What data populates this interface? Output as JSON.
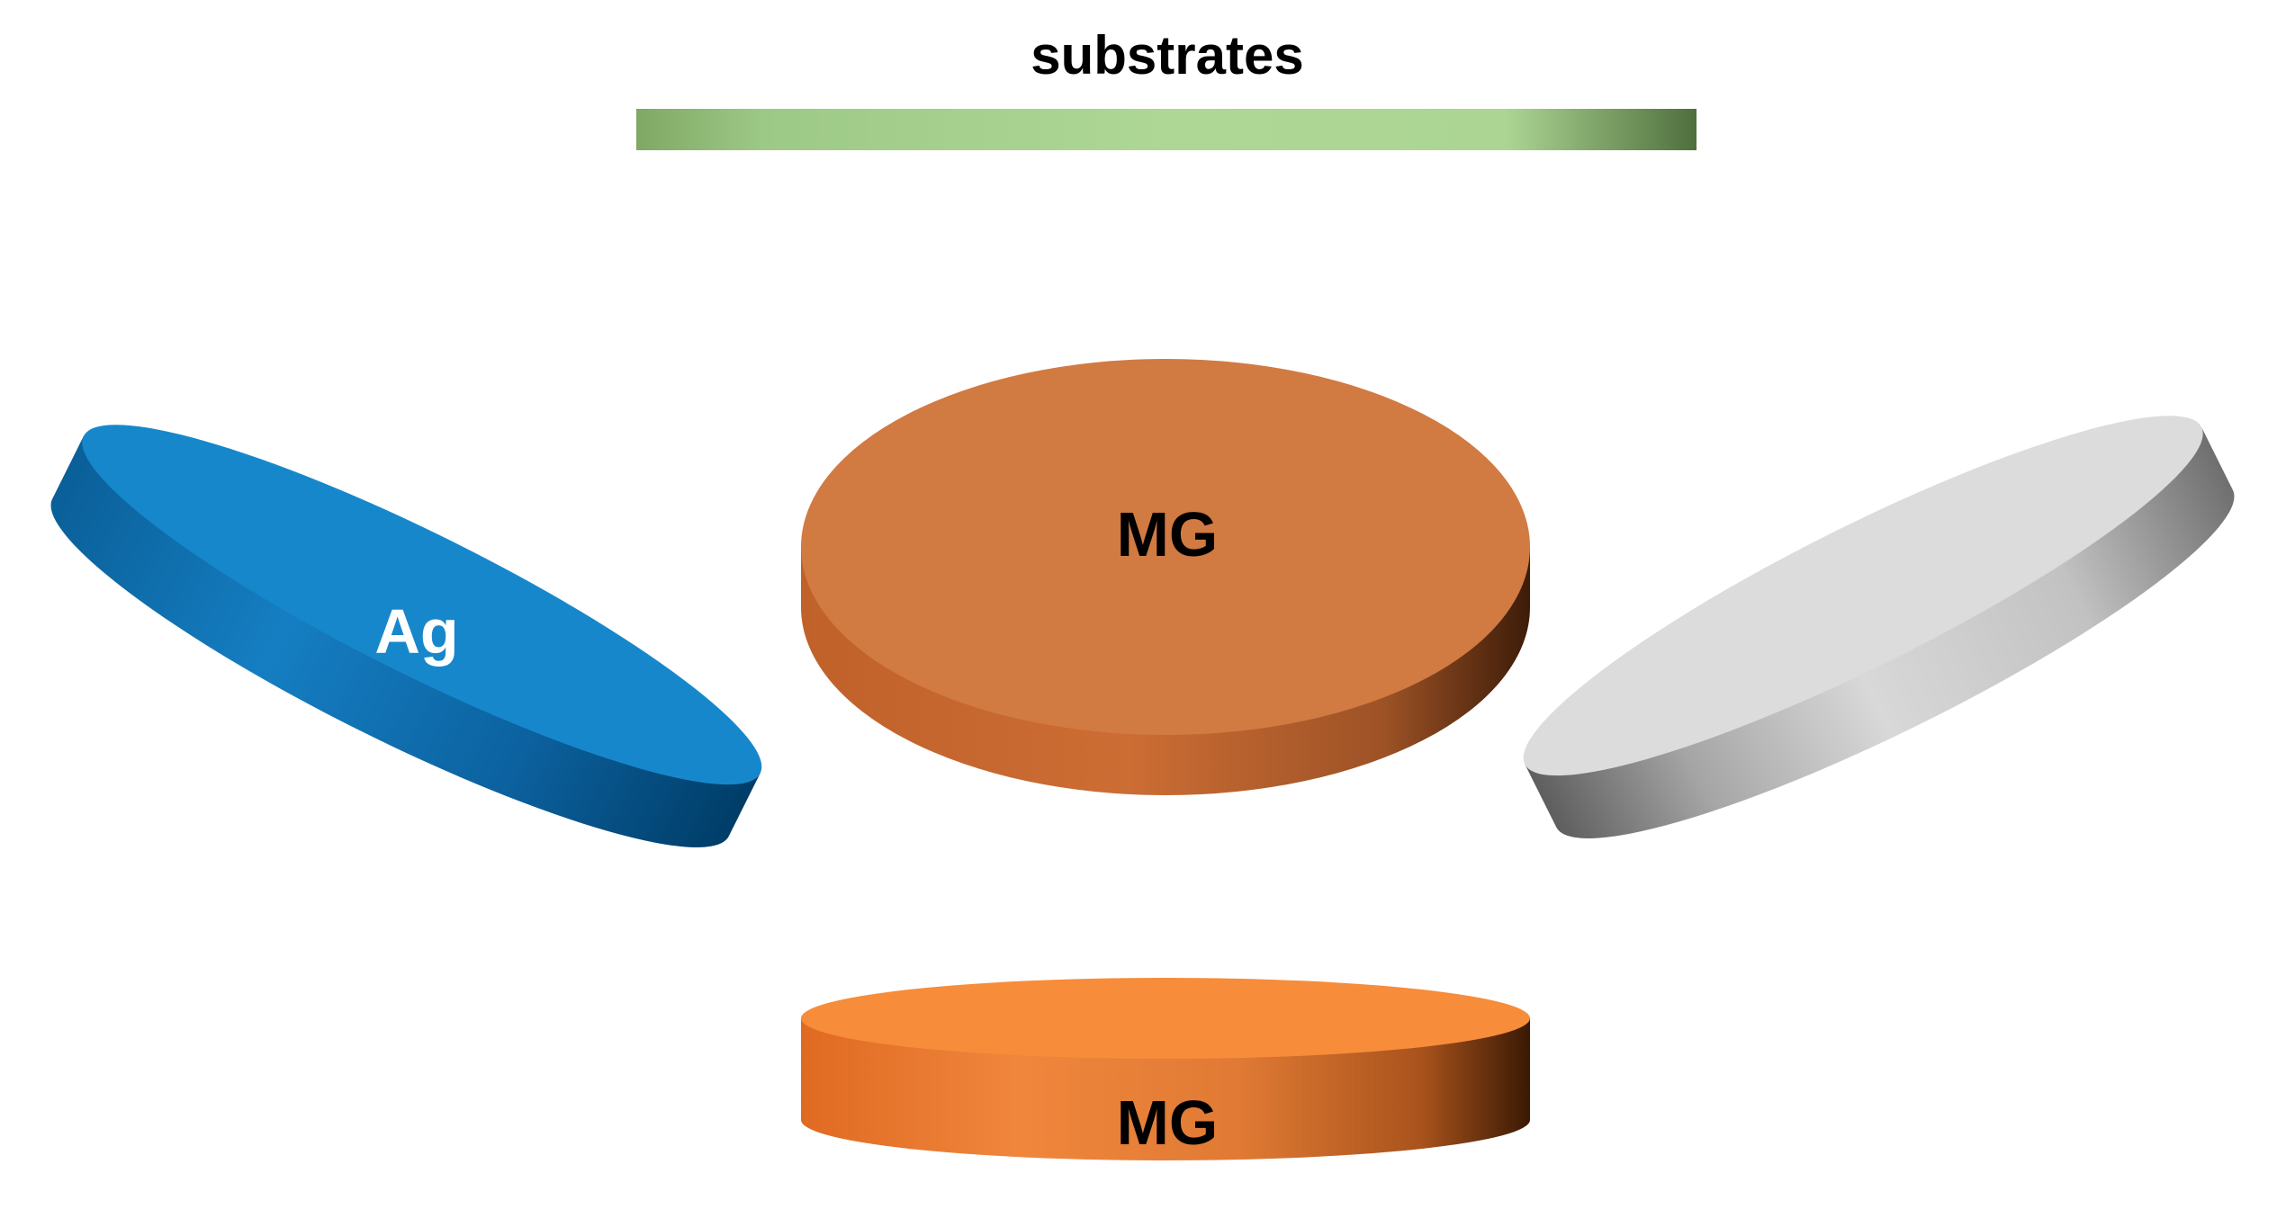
{
  "title": "substrates",
  "targets": {
    "left": {
      "label": "Ag"
    },
    "top": {
      "label": "MG"
    },
    "right": {
      "label": ""
    },
    "bottom": {
      "label": "MG"
    }
  },
  "colors": {
    "substrate": "#aed795",
    "substrate_edge": "#4f6f3d",
    "ag_top": "#1787cc",
    "ag_side_dark": "#004472",
    "mg_top": "#d17a42",
    "mg_side_dark": "#3d1c08",
    "gray_top": "#dcdcdc",
    "gray_side_dark": "#5e5e5e",
    "mg2_top": "#f78c3a",
    "mg2_side_dark": "#3a1904"
  }
}
